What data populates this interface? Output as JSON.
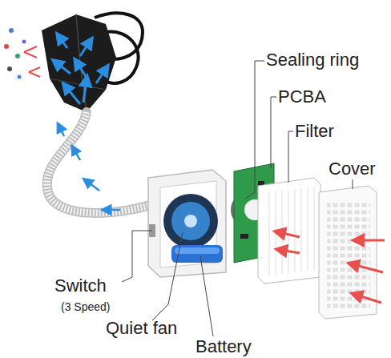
{
  "diagram": {
    "labels": [
      "Sealing ring",
      "PCBA",
      "Filter",
      "Cover",
      "Switch",
      "(3 Speed)",
      "Quiet fan",
      "Battery"
    ]
  }
}
